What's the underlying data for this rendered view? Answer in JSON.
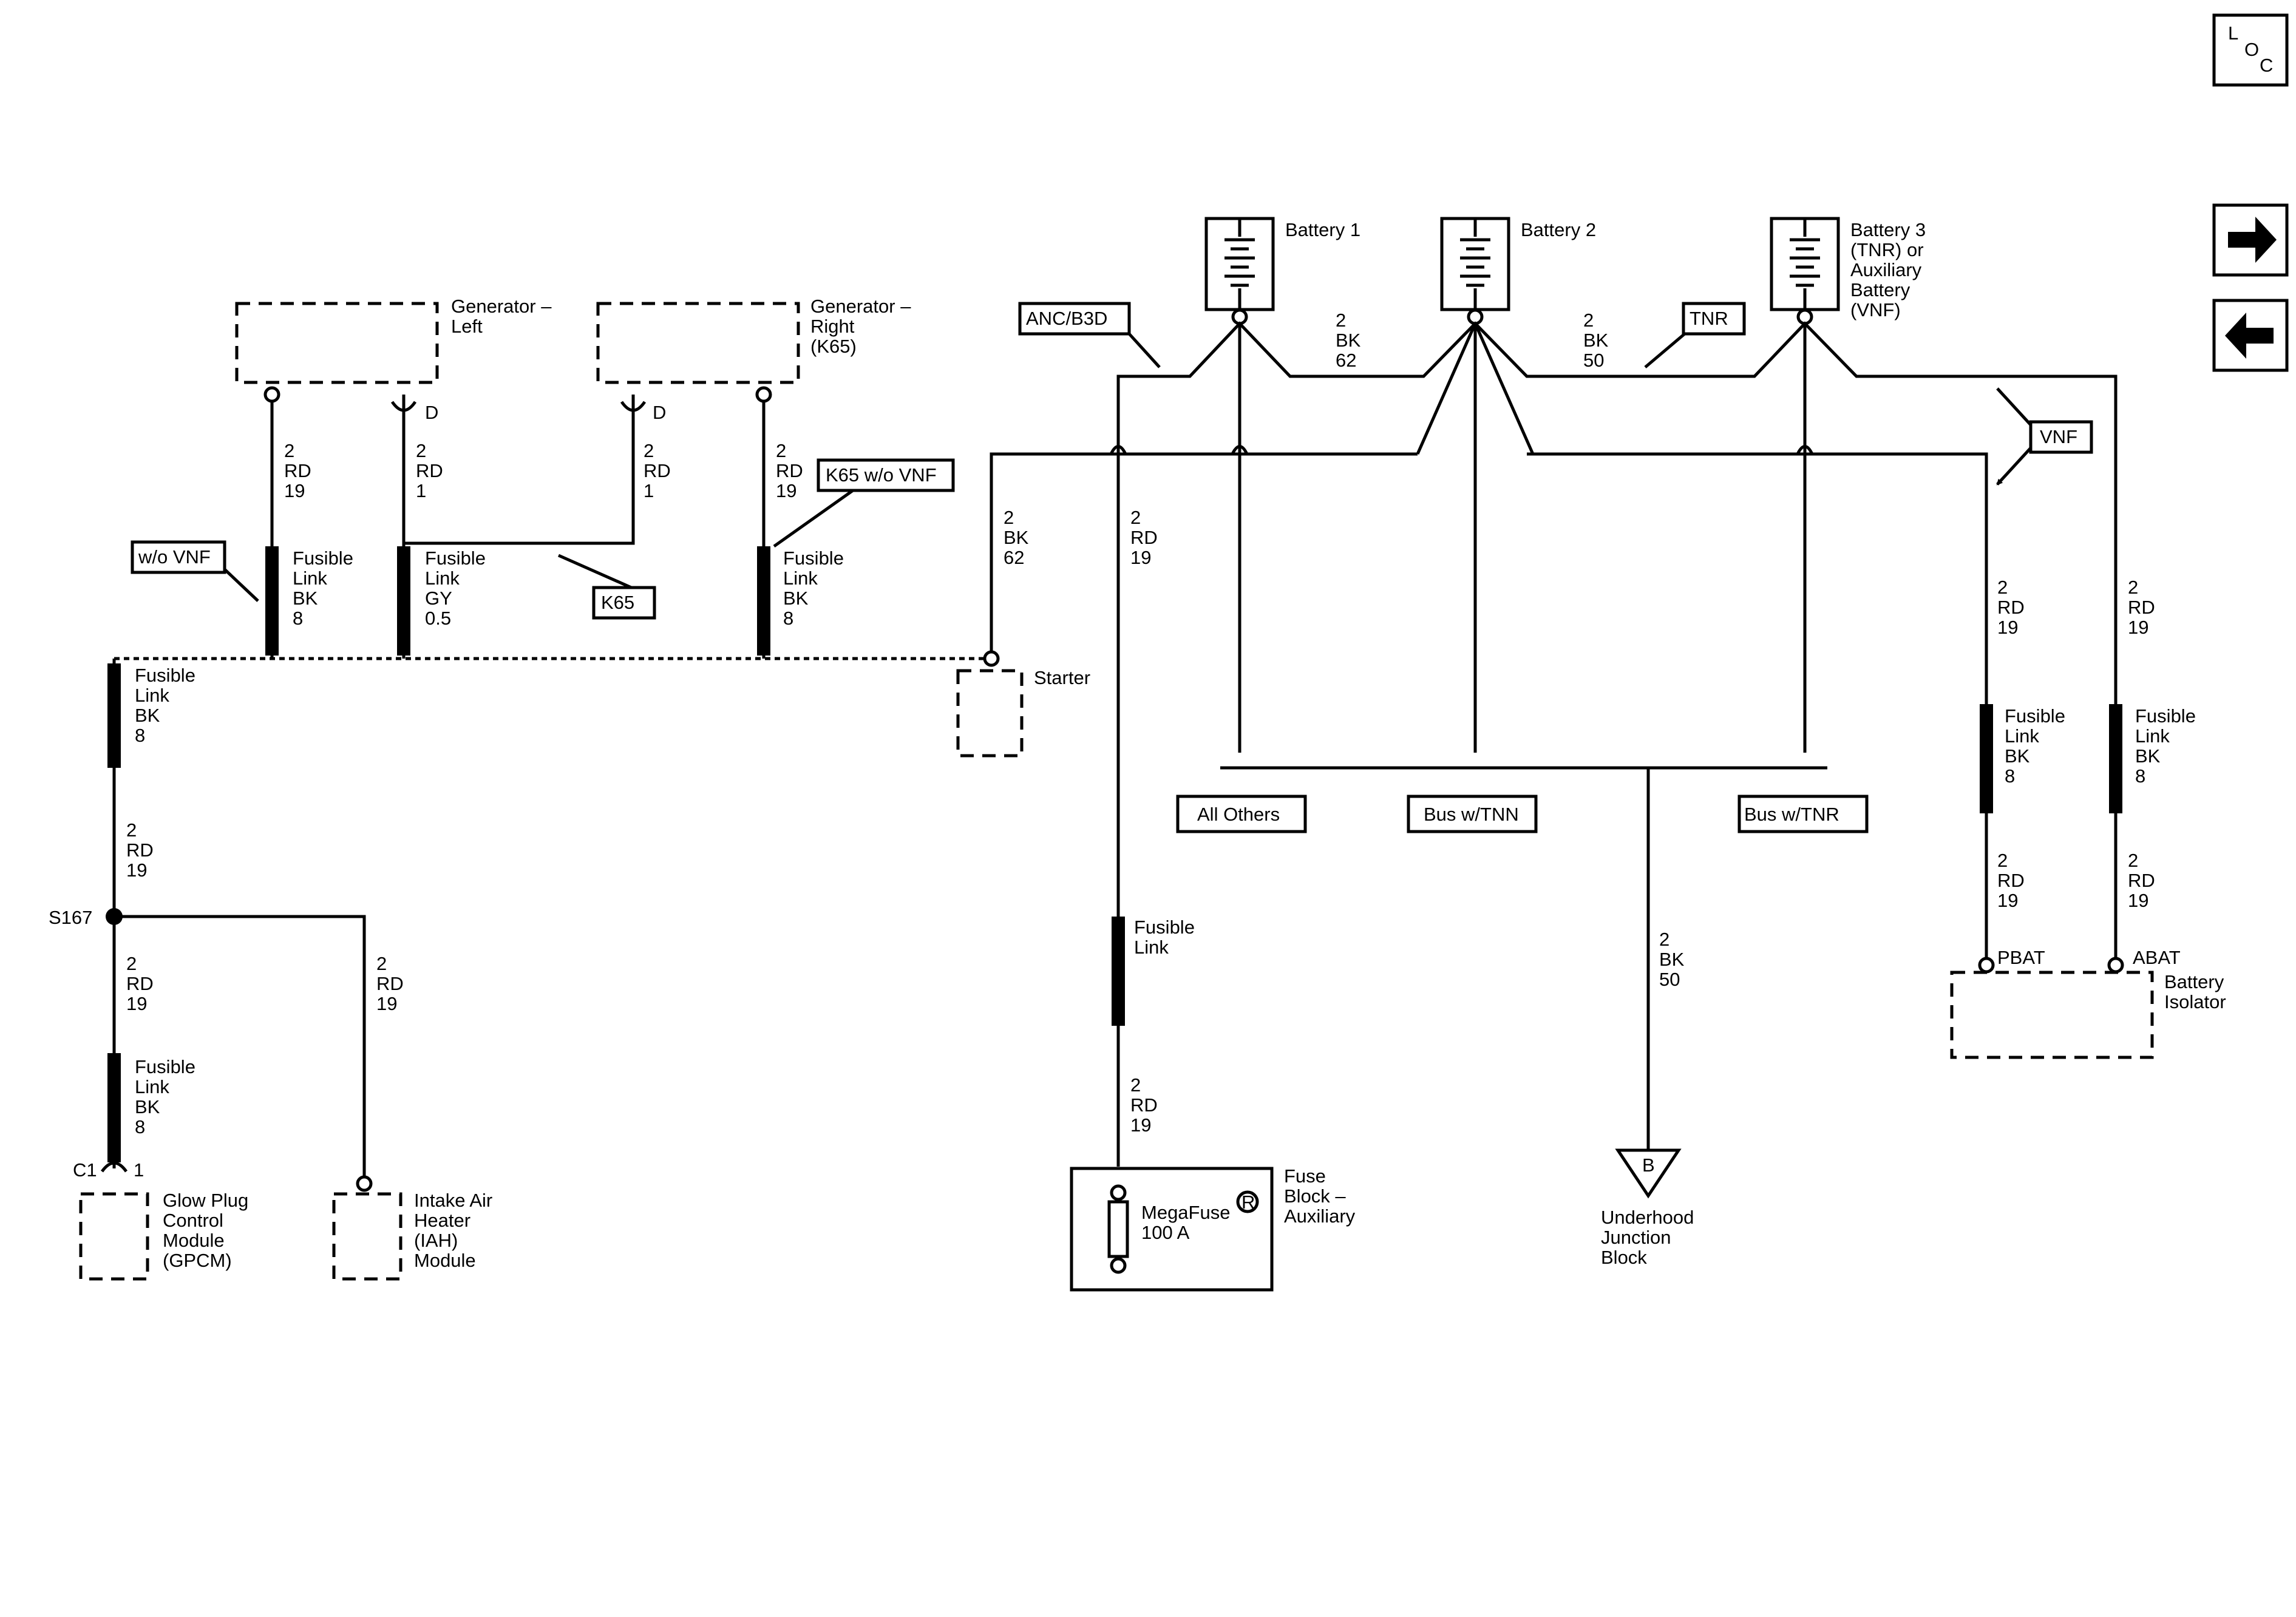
{
  "nav": {
    "loc_l": "L",
    "loc_o": "O",
    "loc_c": "C"
  },
  "components": {
    "gen_left": [
      "Generator –",
      "Left"
    ],
    "gen_right": [
      "Generator –",
      "Right",
      "(K65)"
    ],
    "starter": "Starter",
    "battery1": "Battery 1",
    "battery2": "Battery 2",
    "battery3": [
      "Battery 3",
      "(TNR) or",
      "Auxiliary",
      "Battery",
      "(VNF)"
    ],
    "gpcm": [
      "Glow Plug",
      "Control",
      "Module",
      "(GPCM)"
    ],
    "iah": [
      "Intake Air",
      "Heater",
      "(IAH)",
      "Module"
    ],
    "fuse_block": [
      "Fuse",
      "Block –",
      "Auxiliary"
    ],
    "megafuse": [
      "MegaFuse",
      "100 A"
    ],
    "megafuse_mark": "R",
    "ujb": [
      "Underhood",
      "Junction",
      "Block"
    ],
    "ujb_letter": "B",
    "isolator": [
      "Battery",
      "Isolator"
    ]
  },
  "options": {
    "w_o_vnf": "w/o VNF",
    "k65": "K65",
    "k65_wo_vnf": "K65 w/o VNF",
    "anc_b3d": "ANC/B3D",
    "tnr": "TNR",
    "vnf": "VNF",
    "all_others": "All Others",
    "bus_tnn": "Bus w/TNN",
    "bus_tnr": "Bus w/TNR"
  },
  "pins": {
    "d": "D",
    "c1": "C1",
    "one": "1",
    "pbat": "PBAT",
    "abat": "ABAT",
    "s167": "S167"
  },
  "wires": {
    "rd19": [
      "2",
      "RD",
      "19"
    ],
    "rd1": [
      "2",
      "RD",
      "1"
    ],
    "bk62": [
      "2",
      "BK",
      "62"
    ],
    "bk50": [
      "2",
      "BK",
      "50"
    ]
  },
  "fusible": {
    "bk8": [
      "Fusible",
      "Link",
      "BK",
      "8"
    ],
    "gy05": [
      "Fusible",
      "Link",
      "GY",
      "0.5"
    ],
    "link": [
      "Fusible",
      "Link"
    ]
  }
}
